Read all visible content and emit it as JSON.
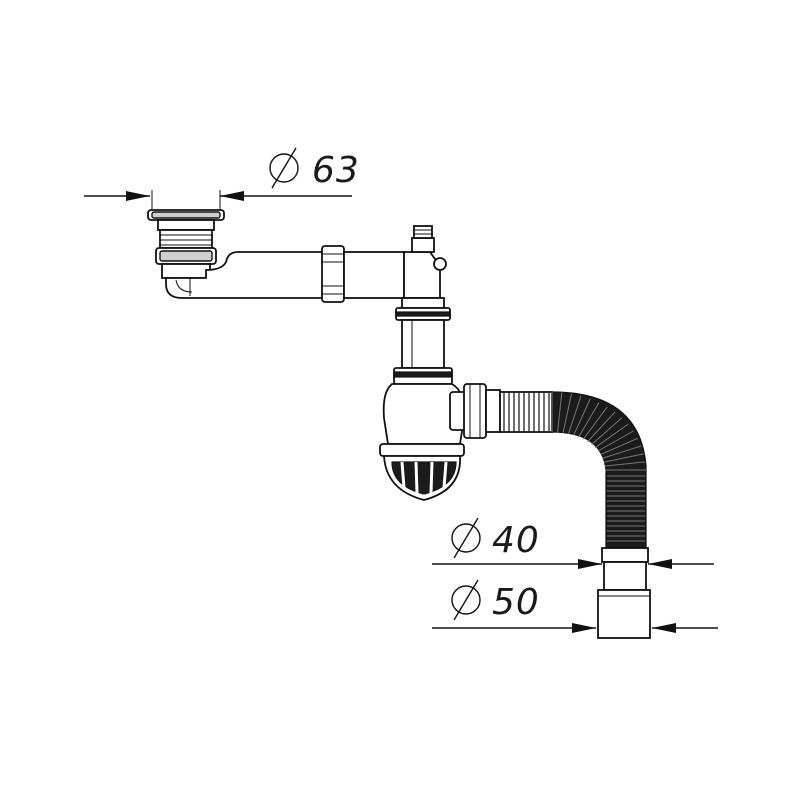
{
  "dimensions": {
    "inlet": {
      "label": "63"
    },
    "outlet_small": {
      "label": "40"
    },
    "outlet_large": {
      "label": "50"
    }
  },
  "symbols": {
    "diameter": "⌀"
  },
  "colors": {
    "line": "#111111",
    "hose": "#1b1b1b",
    "background": "#ffffff"
  }
}
